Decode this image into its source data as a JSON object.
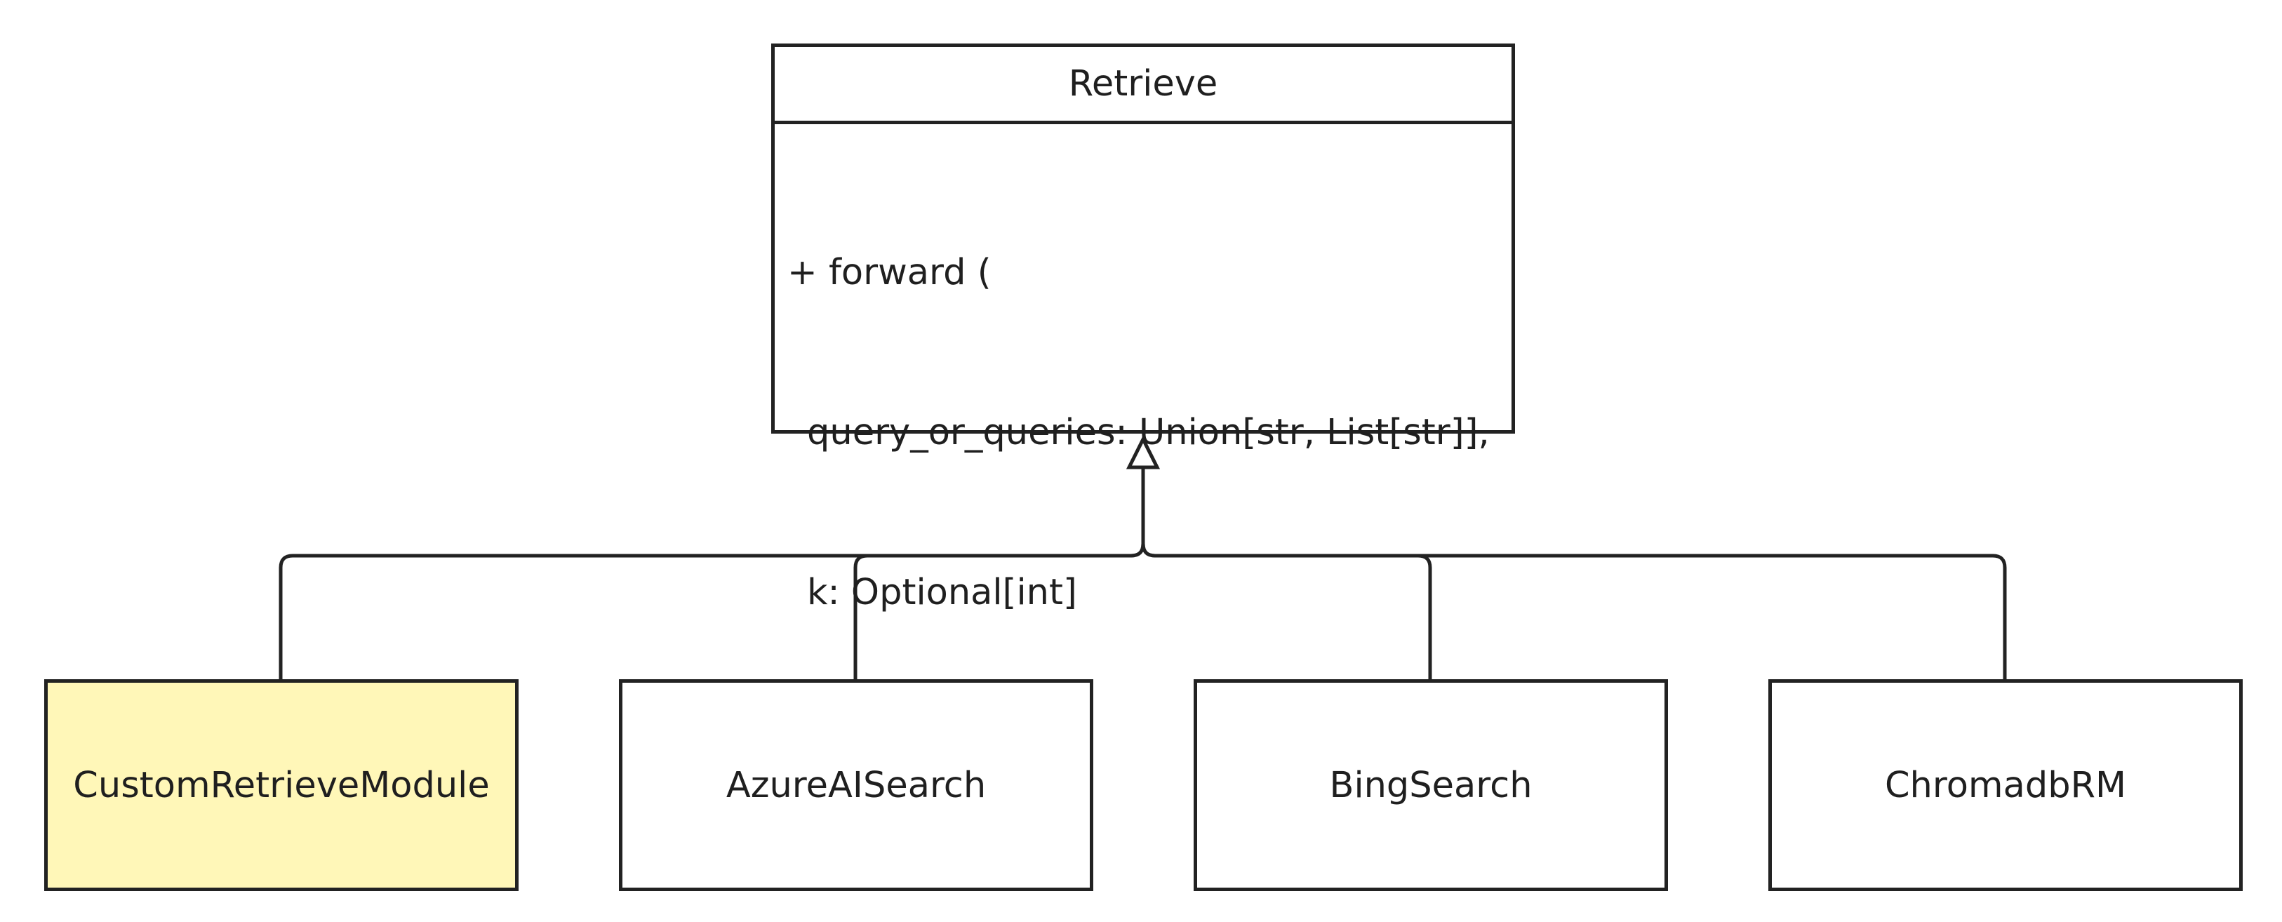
{
  "diagram": {
    "parent": {
      "title": "Retrieve",
      "method": {
        "signature_start": "+ forward (",
        "param_1": "query_or_queries: Union[str, List[str]],",
        "param_2": "k: Optional[int]",
        "signature_end": ")"
      }
    },
    "children": [
      {
        "label": "CustomRetrieveModule"
      },
      {
        "label": "AzureAISearch"
      },
      {
        "label": "BingSearch"
      },
      {
        "label": "ChromadbRM"
      }
    ]
  },
  "colors": {
    "stroke": "#222222",
    "highlight": "#fff7b8",
    "background": "#ffffff"
  }
}
